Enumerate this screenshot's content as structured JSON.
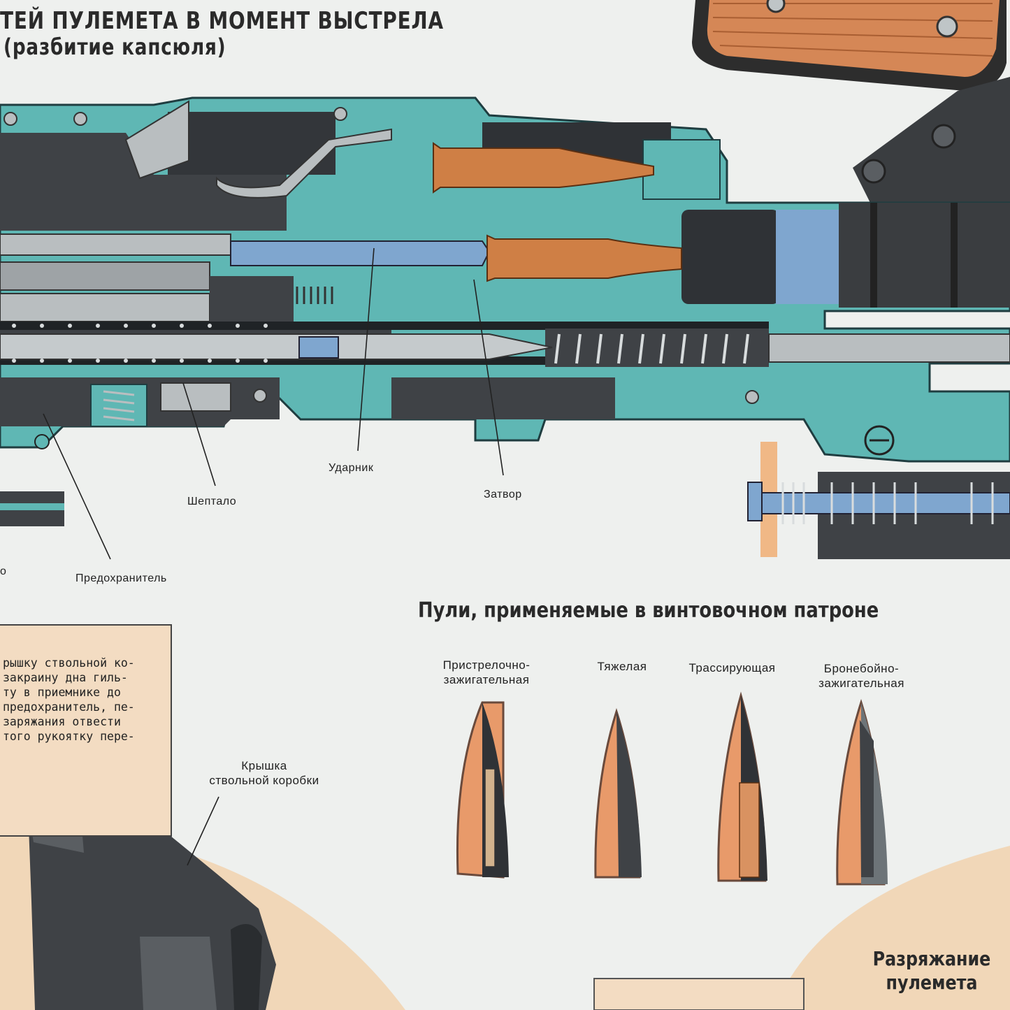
{
  "poster": {
    "title_line1": "ТЕЙ ПУЛЕМЕТА В МОМЕНТ ВЫСТРЕЛА",
    "title_line2": "(разбитие капсюля)"
  },
  "callouts": {
    "udarnik": "Ударник",
    "zatvor": "Затвор",
    "sheptalo": "Шептало",
    "predohranitel": "Предохранитель",
    "fragment_o": "о",
    "kryshka": "Крышка\nствольной коробки"
  },
  "instructions": {
    "lines": [
      "рышку  ствольной ко-",
      " закраину дна гиль-",
      "ту в приемнике до",
      "предохранитель, пе-",
      "заряжания  отвести",
      "того рукоятку пере-"
    ]
  },
  "bullets_section": {
    "title": "Пули, применяемые в  винтовочном патроне",
    "items": [
      {
        "label": "Пристрелочно-\nзажигательная"
      },
      {
        "label": "Тяжелая"
      },
      {
        "label": "Трассирующая"
      },
      {
        "label": "Бронебойно-\nзажигательная"
      }
    ]
  },
  "unloading": {
    "title": "Разряжание\nпулемета"
  },
  "colors": {
    "teal": "#5fb7b4",
    "dark_gray": "#3f4246",
    "steel_blue": "#7fa6cf",
    "copper": "#cf7f45",
    "paper": "#eef0ee",
    "tan_panel": "#f3dcc2"
  }
}
